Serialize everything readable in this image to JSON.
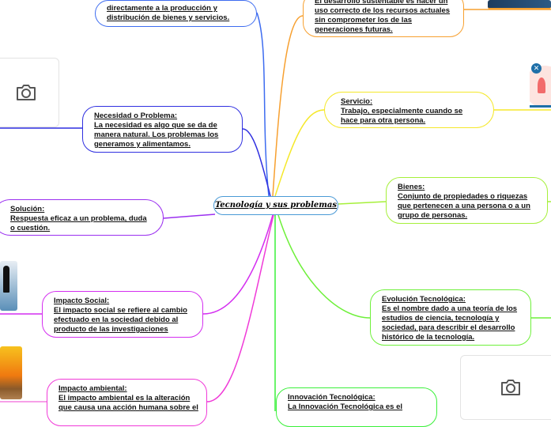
{
  "central_topic": "Tecnología y sus problemas",
  "nodes": {
    "top_blue": {
      "title": "",
      "text": [
        "directamente a la producción y",
        "distribución de bienes y servicios."
      ],
      "color": "#3d6cf0"
    },
    "sustentable": {
      "text": [
        " El desarrollo sustentable es hacer un",
        "uso correcto de los recursos actuales",
        "sin comprometer los de las",
        "generaciones futuras."
      ],
      "color": "#f7a030"
    },
    "servicio": {
      "title": "Servicio:",
      "text": [
        "Trabajo, especialmente cuando se",
        "hace para otra persona."
      ],
      "color": "#f5e82a"
    },
    "necesidad": {
      "title": "Necesidad o Problema:",
      "text": [
        " La necesidad es algo que se da de",
        "manera natural. Los problemas los",
        "generamos y alimentamos."
      ],
      "color": "#2f2fe0"
    },
    "solucion": {
      "title": "Solución:",
      "text": [
        "Respuesta eficaz a un problema, duda",
        "o cuestión."
      ],
      "color": "#9b30f0"
    },
    "bienes": {
      "title": "Bienes:",
      "text": [
        "Conjunto de propiedades o riquezas",
        "que pertenecen a una persona o a un",
        "grupo de personas."
      ],
      "color": "#a6f03a"
    },
    "impacto_social": {
      "title": "Impacto Social:",
      "text": [
        "El impacto social se refiere al cambio",
        "efectuado en la sociedad debido al",
        "producto de las investigaciones"
      ],
      "color": "#d42ef0"
    },
    "evolucion": {
      "title": "Evolución Tecnológica:",
      "text": [
        "Es el nombre dado a una teoría de los",
        "estudios de ciencia, tecnología y",
        "sociedad, para describir el desarrollo",
        "histórico de la tecnología."
      ],
      "color": "#6ef03a"
    },
    "impacto_ambiental": {
      "title": "Impacto ambiental:",
      "text": [
        "El impacto ambiental es la alteración",
        "que causa una acción humana sobre el"
      ],
      "color": "#f03ad8"
    },
    "innovacion": {
      "title": "Innovación Tecnológica:",
      "text": [
        "La Innovación Tecnológica es el"
      ],
      "color": "#3af03a"
    }
  },
  "icons": [
    "camera-icon",
    "camera-icon"
  ]
}
